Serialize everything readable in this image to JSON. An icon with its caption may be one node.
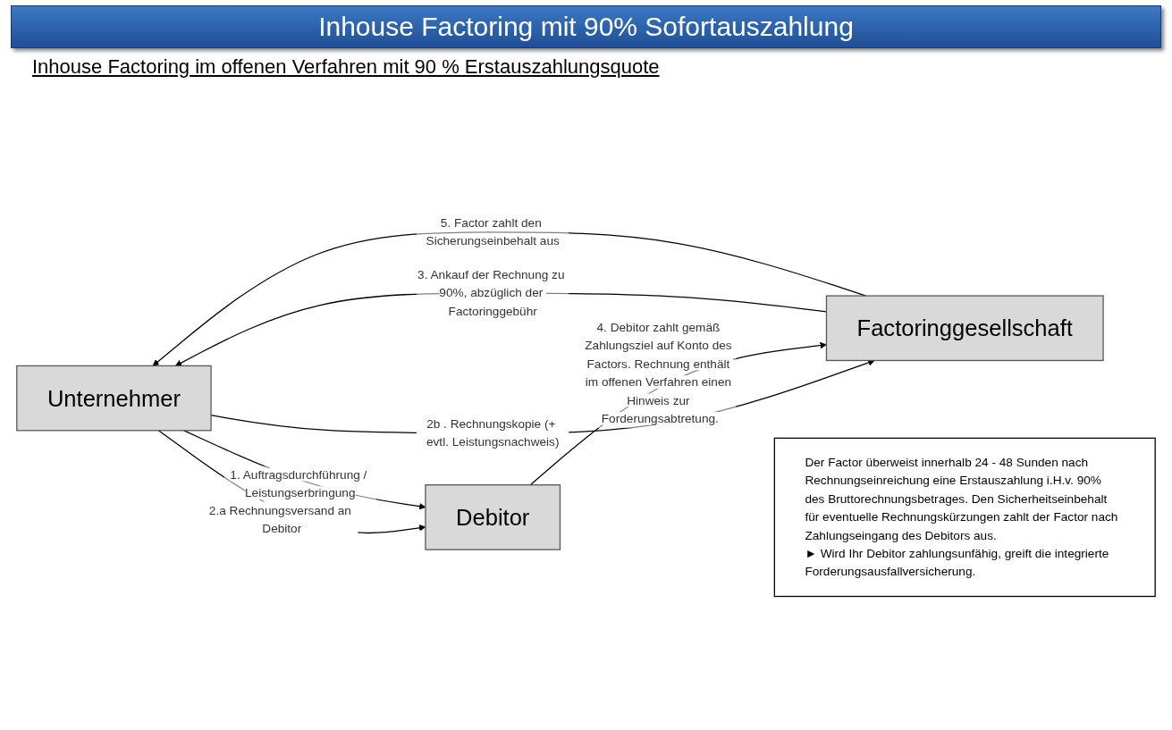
{
  "diagram": {
    "title": "Inhouse Factoring mit 90% Sofortauszahlung",
    "nodes": [
      {
        "text": [
          "Unternehmer"
        ]
      },
      {
        "text": [
          "Factoringgesellschaft"
        ]
      },
      {
        "text": [
          "Debitor"
        ]
      },
      {
        "text": [
          "Der Factor überweist innerhalb 24 - 48 Sunden nach Rechnungseinreichung eine Erstauszahlung i.H.v. 90% des Bruttorechnungsbetrages. Den Sicherheitseinbehalt für eventuelle Rechnungskürzungen zahlt der Factor nach Zahlungseingang des Debitors aus.",
          "► Wird Ihr Debitor zahlungsunfähig, greift die integrierte Forderungsausfallversicherung."
        ]
      }
    ],
    "edges": [
      {
        "from": 0,
        "to": 1,
        "arrow": "to",
        "label": "2b . Rechnungskopie (+ evtl. Leistungsnachweis)"
      },
      {
        "from": 1,
        "to": 0,
        "arrow": "to",
        "label": "3. Ankauf der Rechnung zu 90%, abzüglich der Factoringgebühr"
      },
      {
        "from": 1,
        "to": 0,
        "arrow": "to",
        "label": "5. Factor zahlt den Sicherungseinbehalt aus"
      },
      {
        "from": 0,
        "to": 2,
        "arrow": "to",
        "label": "2.a Rechnungsversand an Debitor"
      },
      {
        "from": 0,
        "to": 2,
        "arrow": "to",
        "label": "1. Auftragsdurchführung / Leistungserbringung"
      },
      {
        "from": 2,
        "to": 1,
        "arrow": "to",
        "label": "4. Debitor zahlt gemäß Zahlungsziel auf Konto des Factors. Rechnung enthält im offenen Verfahren einen Hinweis zur Forderungsabtretung."
      }
    ],
    "labels": [
      "Inhouse Factoring im offenen Verfahren mit 90 % Erstauszahlungsquote"
    ]
  }
}
